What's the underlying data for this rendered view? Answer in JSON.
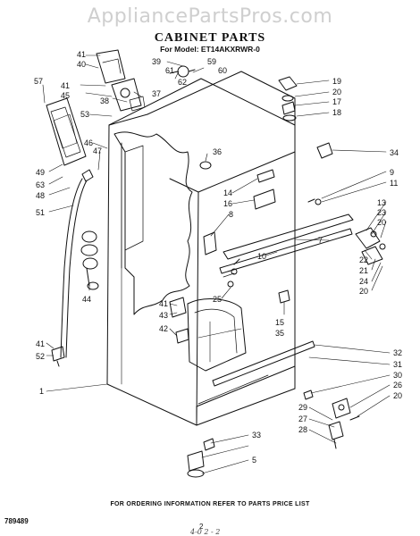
{
  "watermark": "AppliancePartsPros.com",
  "title": "CABINET PARTS",
  "model": "For Model: ET14AKXRWR-0",
  "footer": "FOR ORDERING INFORMATION REFER TO PARTS PRICE LIST",
  "doc_number": "789489",
  "page_number": "2",
  "handwritten_note": "4-0 2 - 2",
  "labels": {
    "l41a": "41",
    "l39": "39",
    "l59": "59",
    "l40": "40",
    "l61": "61",
    "l60": "60",
    "l57": "57",
    "l62": "62",
    "l41b": "41",
    "l45": "45",
    "l37": "37",
    "l38": "38",
    "l53": "53",
    "l46": "46",
    "l47": "47",
    "l49": "49",
    "l63": "63",
    "l48": "48",
    "l51": "51",
    "l44": "44",
    "l19": "19",
    "l20a": "20",
    "l17": "17",
    "l18": "18",
    "l36": "36",
    "l34": "34",
    "l9": "9",
    "l11": "11",
    "l14": "14",
    "l16": "16",
    "l8": "8",
    "l13": "13",
    "l23": "23",
    "l20b": "20",
    "l7": "7",
    "l10": "10",
    "l22": "22",
    "l21": "21",
    "l24": "24",
    "l20c": "20",
    "l25": "25",
    "l15": "15",
    "l35": "35",
    "l41c": "41",
    "l43": "43",
    "l42": "42",
    "l41d": "41",
    "l52": "52",
    "l1": "1",
    "l32": "32",
    "l31": "31",
    "l30": "30",
    "l26": "26",
    "l20d": "20",
    "l29": "29",
    "l27": "27",
    "l28": "28",
    "l33": "33",
    "l5": "5"
  }
}
